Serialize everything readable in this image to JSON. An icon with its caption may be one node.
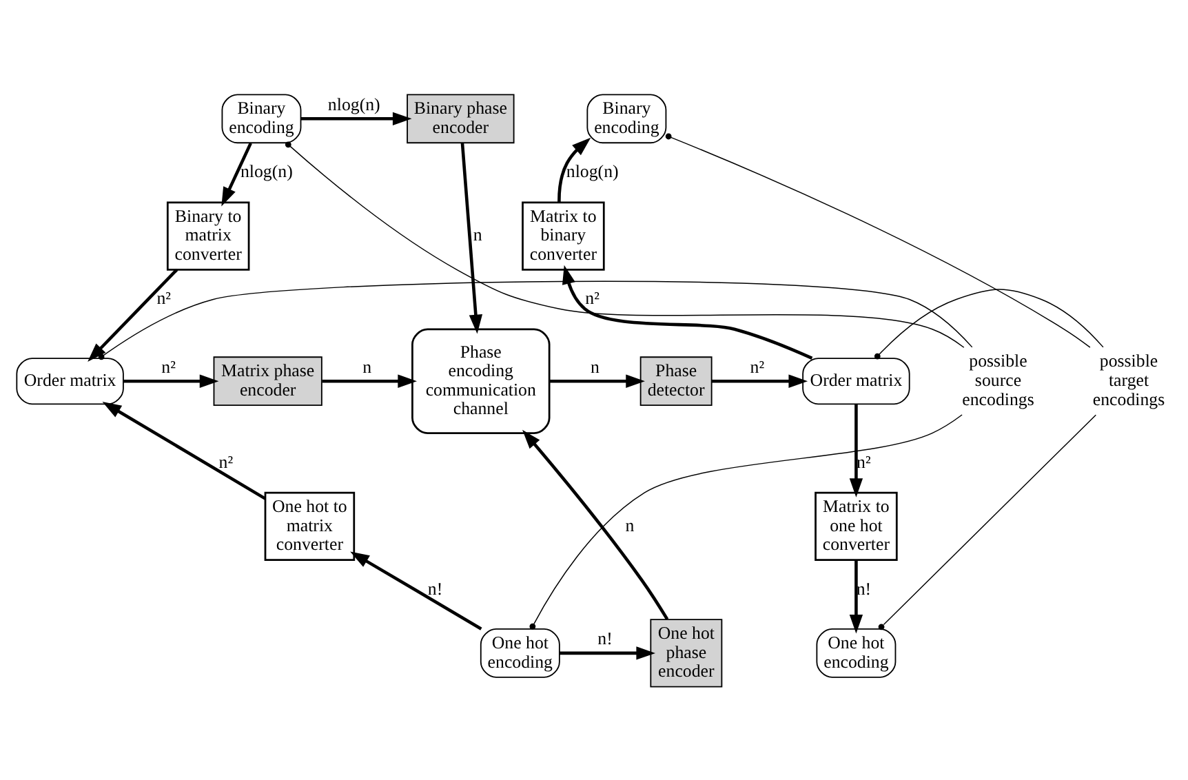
{
  "diagram": {
    "nodes": [
      {
        "text": [
          "Binary encoding"
        ]
      },
      {
        "text": [
          "Binary to matrix converter"
        ]
      },
      {
        "text": [
          "Order matrix"
        ]
      },
      {
        "text": [
          "One hot to matrix converter"
        ]
      },
      {
        "text": [
          "One hot encoding"
        ]
      },
      {
        "text": [
          "Binary phase encoder"
        ]
      },
      {
        "text": [
          "Matrix phase encoder"
        ]
      },
      {
        "text": [
          "Phase encoding communication channel"
        ]
      },
      {
        "text": [
          "One hot phase encoder"
        ]
      },
      {
        "text": [
          "Phase detector"
        ]
      },
      {
        "text": [
          "Binary encoding"
        ]
      },
      {
        "text": [
          "Matrix to binary converter"
        ]
      },
      {
        "text": [
          "Order matrix"
        ]
      },
      {
        "text": [
          "Matrix to one hot converter"
        ]
      },
      {
        "text": [
          "One hot encoding"
        ]
      },
      {
        "text": [
          "possible source encodings"
        ]
      },
      {
        "text": [
          "possible target encodings"
        ]
      }
    ],
    "edges": [
      {
        "from": 0,
        "to": 1,
        "arrow": "to",
        "label": "nlog(n)"
      },
      {
        "from": 1,
        "to": 2,
        "arrow": "to",
        "label": "n²"
      },
      {
        "from": 4,
        "to": 3,
        "arrow": "to",
        "label": "n!"
      },
      {
        "from": 3,
        "to": 2,
        "arrow": "to",
        "label": "n²"
      },
      {
        "from": 2,
        "to": 6,
        "arrow": "to",
        "label": "n²"
      },
      {
        "from": 6,
        "to": 7,
        "arrow": "to",
        "label": "n"
      },
      {
        "from": 0,
        "to": 5,
        "arrow": "to",
        "label": "nlog(n)"
      },
      {
        "from": 5,
        "to": 7,
        "arrow": "to",
        "label": "n"
      },
      {
        "from": 4,
        "to": 8,
        "arrow": "to",
        "label": "n!"
      },
      {
        "from": 8,
        "to": 7,
        "arrow": "to",
        "label": "n"
      },
      {
        "from": 7,
        "to": 9,
        "arrow": "to",
        "label": "n"
      },
      {
        "from": 9,
        "to": 12,
        "arrow": "to",
        "label": "n²"
      },
      {
        "from": 12,
        "to": 11,
        "arrow": "to",
        "label": "n²"
      },
      {
        "from": 11,
        "to": 10,
        "arrow": "to",
        "label": "nlog(n)"
      },
      {
        "from": 12,
        "to": 13,
        "arrow": "to",
        "label": "n²"
      },
      {
        "from": 13,
        "to": 14,
        "arrow": "to",
        "label": "n!"
      },
      {
        "from": 15,
        "to": 0,
        "arrow": "other"
      },
      {
        "from": 15,
        "to": 2,
        "arrow": "other"
      },
      {
        "from": 15,
        "to": 4,
        "arrow": "other"
      },
      {
        "from": 16,
        "to": 10,
        "arrow": "other"
      },
      {
        "from": 16,
        "to": 12,
        "arrow": "other"
      },
      {
        "from": 16,
        "to": 14,
        "arrow": "other"
      }
    ]
  }
}
